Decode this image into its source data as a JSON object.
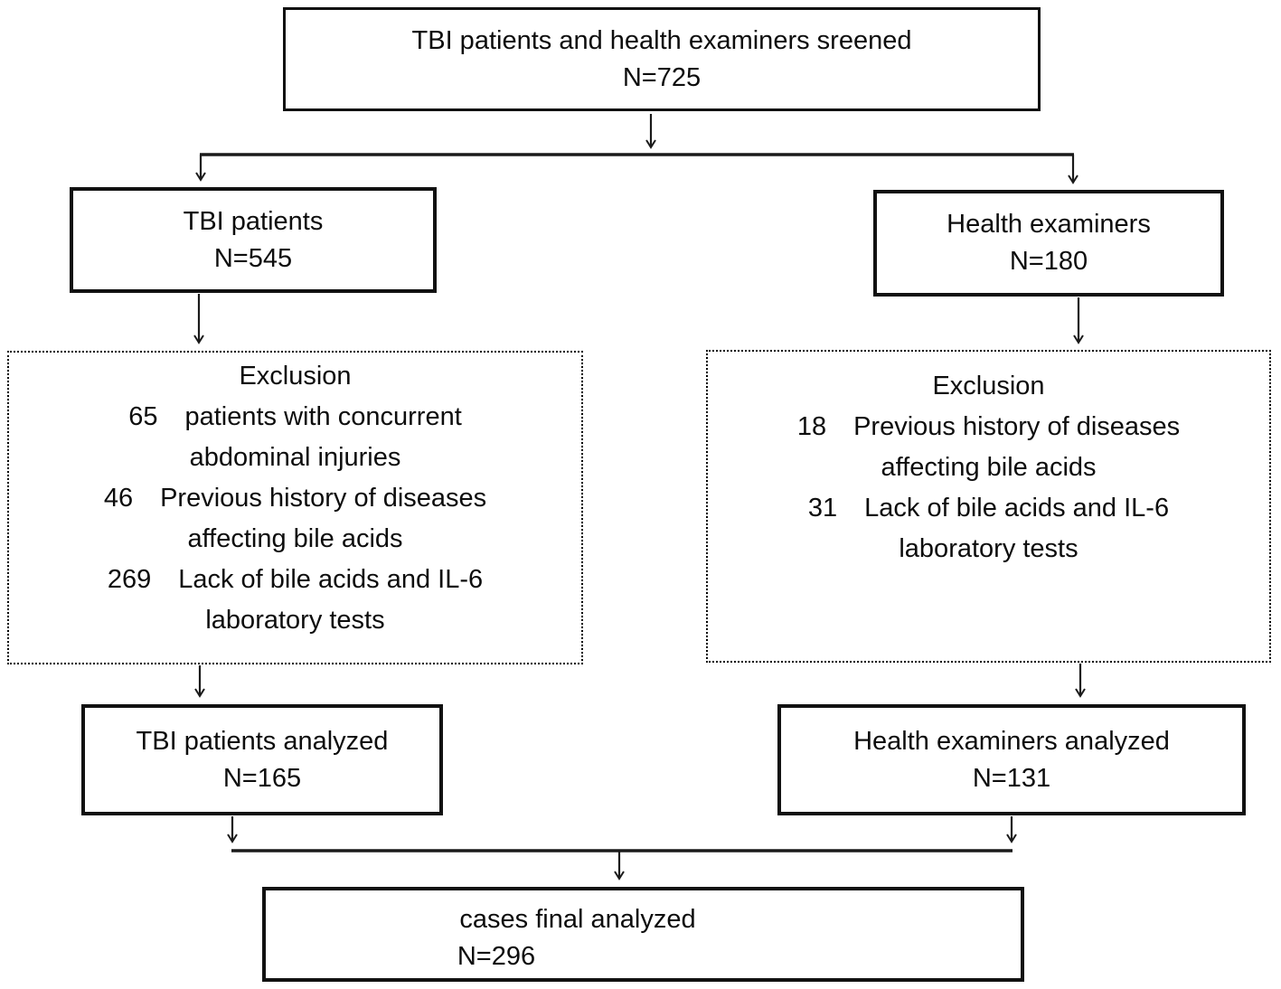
{
  "boxes": {
    "screened": {
      "label": "TBI patients and health examiners sreened",
      "n": "N=725"
    },
    "tbi_patients": {
      "label": "TBI patients",
      "n": "N=545"
    },
    "health_examiners": {
      "label": "Health examiners",
      "n": "N=180"
    },
    "tbi_exclusion": {
      "title": "Exclusion",
      "items": [
        {
          "count": "65",
          "text": "patients with concurrent",
          "text2": "abdominal injuries"
        },
        {
          "count": "46",
          "text": "Previous history of diseases",
          "text2": "affecting bile acids"
        },
        {
          "count": "269",
          "text": "Lack of bile acids and IL-6",
          "text2": "laboratory tests"
        }
      ]
    },
    "health_exclusion": {
      "title": "Exclusion",
      "items": [
        {
          "count": "18",
          "text": "Previous history of diseases",
          "text2": "affecting bile acids"
        },
        {
          "count": "31",
          "text": "Lack of bile acids and IL-6",
          "text2": "laboratory tests"
        }
      ]
    },
    "tbi_analyzed": {
      "label": "TBI patients analyzed",
      "n": "N=165"
    },
    "health_analyzed": {
      "label": "Health examiners analyzed",
      "n": "N=131"
    },
    "final": {
      "label": "cases final analyzed",
      "n": "N=296"
    }
  },
  "colors": {
    "line": "#1a1a1a",
    "border": "#111111",
    "text": "#0d0d0d",
    "background": "#ffffff"
  }
}
